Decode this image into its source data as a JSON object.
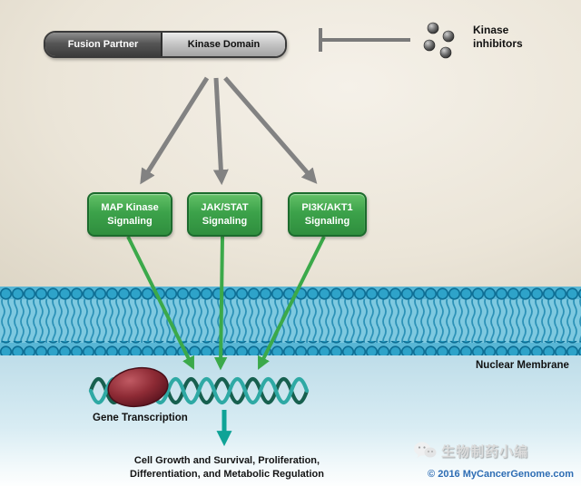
{
  "diagram": {
    "fusion_protein": {
      "left_label": "Fusion Partner",
      "right_label": "Kinase Domain"
    },
    "inhibitor": {
      "label_line1": "Kinase",
      "label_line2": "inhibitors"
    },
    "pathways": [
      {
        "line1": "MAP Kinase",
        "line2": "Signaling"
      },
      {
        "line1": "JAK/STAT",
        "line2": "Signaling"
      },
      {
        "line1": "PI3K/AKT1",
        "line2": "Signaling"
      }
    ],
    "membrane_label": "Nuclear Membrane",
    "dna_label": "Gene Transcription",
    "outcome": {
      "line1": "Cell Growth and Survival, Proliferation,",
      "line2": "Differentiation, and Metabolic Regulation"
    },
    "copyright": "© 2016 MyCancerGenome.com",
    "watermark": "生物制药小编",
    "colors": {
      "pathway_green": "#3CA24A",
      "membrane_blue": "#58B6D5",
      "dna_teal": "#2EA9A4",
      "dna_dark_green": "#17604F",
      "polymerase_red": "#8E2B35",
      "arrow_gray": "#828282",
      "outcome_arrow_teal": "#0FA396",
      "copyright_blue": "#2E6DB4",
      "background_beige": "#EBE5D8",
      "background_lightblue": "#D8ECF3"
    }
  }
}
